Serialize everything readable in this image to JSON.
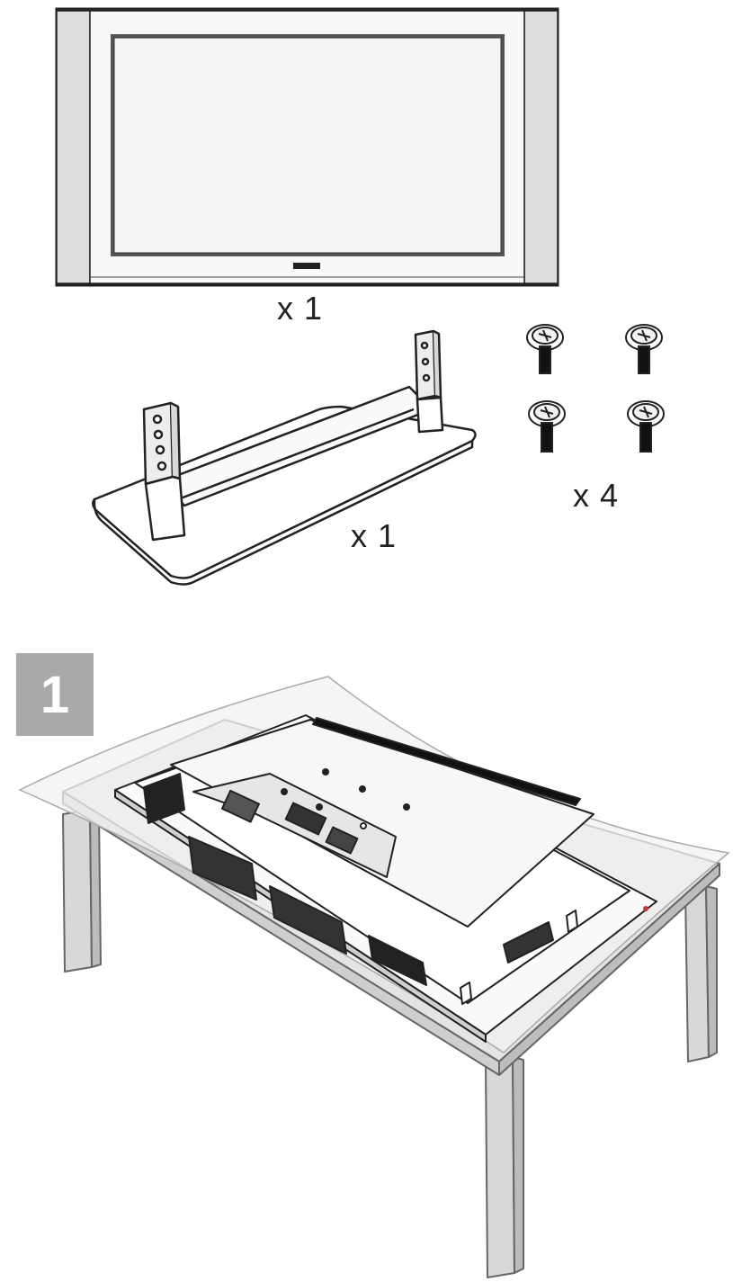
{
  "parts": {
    "tv_qty": "x 1",
    "stand_qty": "x 1",
    "screws_qty": "x 4"
  },
  "step": {
    "number": "1"
  },
  "icons": {
    "tv": "tv-front-icon",
    "stand": "tv-stand-icon",
    "screw": "screw-icon",
    "table": "table-icon",
    "soft_cloth": "soft-cloth-icon",
    "tv_back": "tv-back-panel-icon"
  },
  "colors": {
    "badge": "#a9a9a9",
    "line": "#222222"
  }
}
